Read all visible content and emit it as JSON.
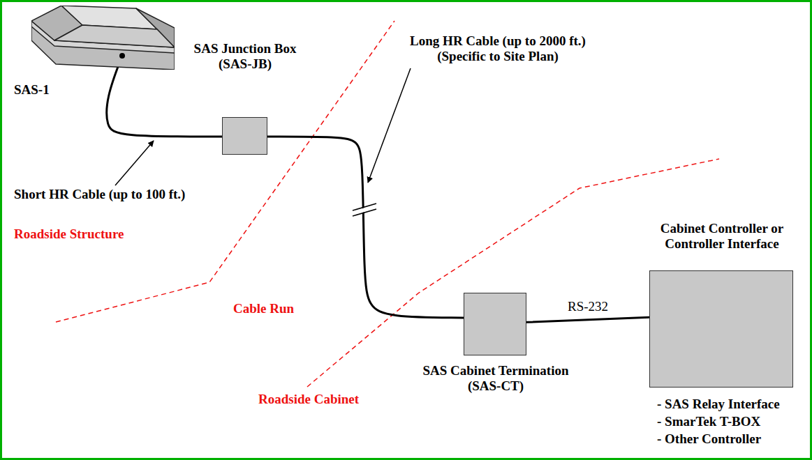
{
  "diagram": {
    "nodes": [
      {
        "text": [
          "SAS-1"
        ]
      },
      {
        "text": [
          "SAS Junction Box (SAS-JB)"
        ]
      },
      {
        "text": [
          "SAS Cabinet Termination (SAS-CT)"
        ]
      },
      {
        "text": [
          "Cabinet Controller or Controller Interface",
          "- SAS Relay Interface",
          "- SmarTek T-BOX",
          "- Other Controller"
        ]
      }
    ],
    "edges": [
      {
        "from": 0,
        "to": 1,
        "arrow": "none"
      },
      {
        "from": 1,
        "to": 2,
        "arrow": "none"
      },
      {
        "from": 2,
        "to": 3,
        "label": "RS-232",
        "arrow": "none"
      }
    ],
    "labels": [
      "Short HR Cable (up to 100 ft.)",
      "Long HR Cable (up to 2000 ft.) (Specific to Site Plan)",
      "Roadside Structure",
      "Cable Run",
      "Roadside Cabinet"
    ]
  }
}
